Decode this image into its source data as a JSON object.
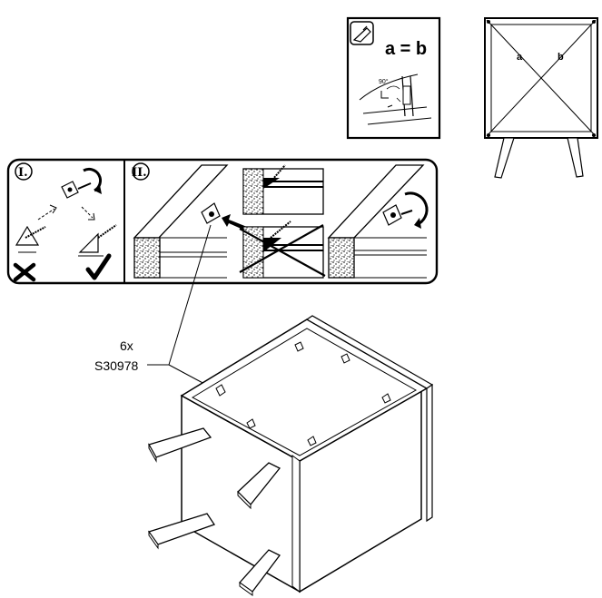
{
  "equation": {
    "text": "a = b",
    "angle": "90°"
  },
  "diagonals": {
    "a": "a",
    "b": "b"
  },
  "steps": {
    "step1": "I.",
    "step2": "II."
  },
  "part": {
    "quantity": "6x",
    "code": "S30978"
  },
  "colors": {
    "ink": "#000000",
    "wood": "#ffffff",
    "particle": "#cfcfcf"
  },
  "icons": {
    "wrong": "cross-mark-icon",
    "right": "check-mark-icon",
    "tool": "square-tool-icon"
  }
}
